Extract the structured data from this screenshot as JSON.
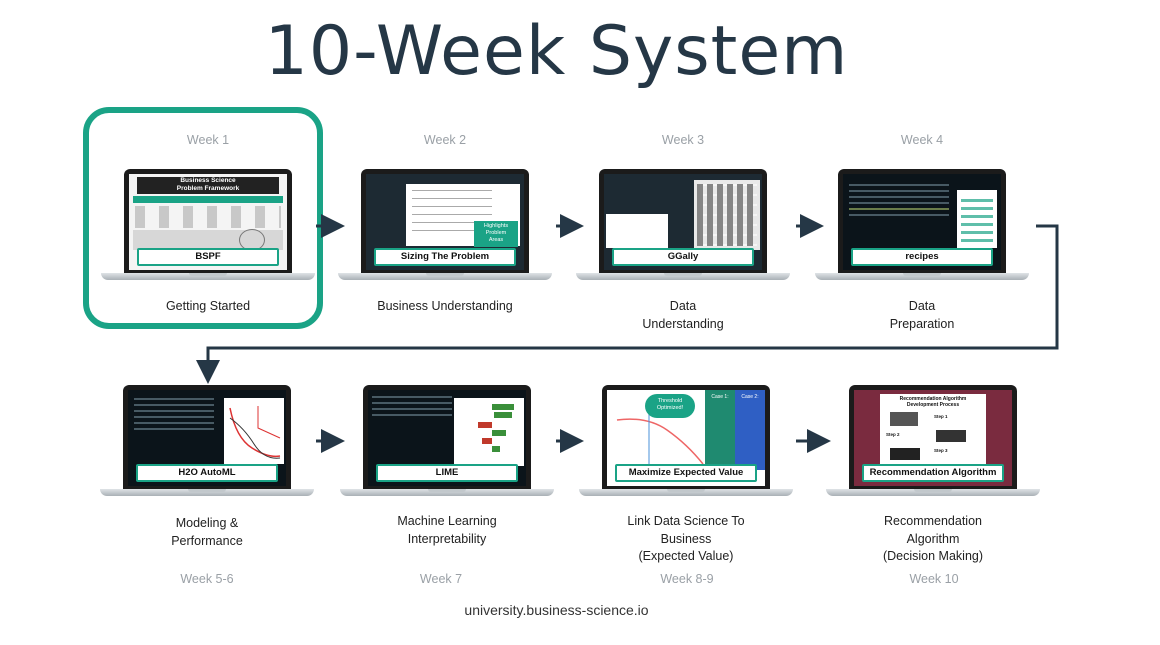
{
  "title": "10-Week System",
  "footer": "university.business-science.io",
  "steps": [
    {
      "week": "Week 1",
      "screen_caption": "BSPF",
      "label_lines": [
        "Getting Started"
      ]
    },
    {
      "week": "Week 2",
      "screen_caption": "Sizing The Problem",
      "label_lines": [
        "Business Understanding"
      ]
    },
    {
      "week": "Week 3",
      "screen_caption": "GGally",
      "label_lines": [
        "Data",
        "Understanding"
      ]
    },
    {
      "week": "Week 4",
      "screen_caption": "recipes",
      "label_lines": [
        "Data",
        "Preparation"
      ]
    },
    {
      "week": "Week 5-6",
      "screen_caption": "H2O AutoML",
      "label_lines": [
        "Modeling &",
        "Performance"
      ]
    },
    {
      "week": "Week 7",
      "screen_caption": "LIME",
      "label_lines": [
        "Machine Learning",
        "Interpretability"
      ]
    },
    {
      "week": "Week 8-9",
      "screen_caption": "Maximize Expected Value",
      "label_lines": [
        "Link Data Science To",
        "Business",
        "(Expected Value)"
      ]
    },
    {
      "week": "Week 10",
      "screen_caption": "Recommendation Algorithm",
      "label_lines": [
        "Recommendation",
        "Algorithm",
        "(Decision Making)"
      ]
    }
  ],
  "screen_details": {
    "bspf_title_1": "Business Science",
    "bspf_title_2": "Problem Framework",
    "sizing_callout_1": "Highlights",
    "sizing_callout_2": "Problem",
    "sizing_callout_3": "Areas",
    "ev_callout_1": "Threshold",
    "ev_callout_2": "Optimized!",
    "ev_case1": "Case 1:",
    "ev_case2": "Case 2:",
    "rec_title_1": "Recommendation Algorithm",
    "rec_title_2": "Development Process",
    "rec_step1": "Step 1",
    "rec_step2": "Step 2",
    "rec_step3": "Step 3"
  },
  "colors": {
    "accent": "#1aa386",
    "title": "#253746",
    "connector": "#253746"
  }
}
